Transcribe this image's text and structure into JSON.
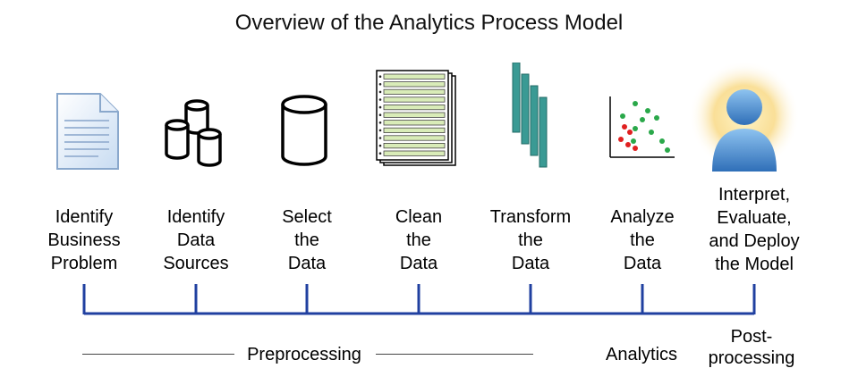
{
  "title": "Overview of the Analytics Process Model",
  "steps": [
    {
      "icon": "document-icon",
      "label": "Identify\nBusiness\nProblem"
    },
    {
      "icon": "database-cluster-icon",
      "label": "Identify\nData\nSources"
    },
    {
      "icon": "database-icon",
      "label": "Select\nthe\nData"
    },
    {
      "icon": "data-table-stack-icon",
      "label": "Clean\nthe\nData"
    },
    {
      "icon": "transform-bars-icon",
      "label": "Transform\nthe\nData"
    },
    {
      "icon": "scatter-plot-icon",
      "label": "Analyze\nthe\nData"
    },
    {
      "icon": "person-glow-icon",
      "label": "Interpret,\nEvaluate,\nand Deploy\nthe Model"
    }
  ],
  "phases": {
    "preprocessing": "Preprocessing",
    "analytics": "Analytics",
    "postprocessing": "Post-\nprocessing"
  },
  "colors": {
    "timeline": "#2040a0",
    "teal": "#3a9a94",
    "dot_green": "#2aa84a",
    "dot_red": "#e02020"
  }
}
